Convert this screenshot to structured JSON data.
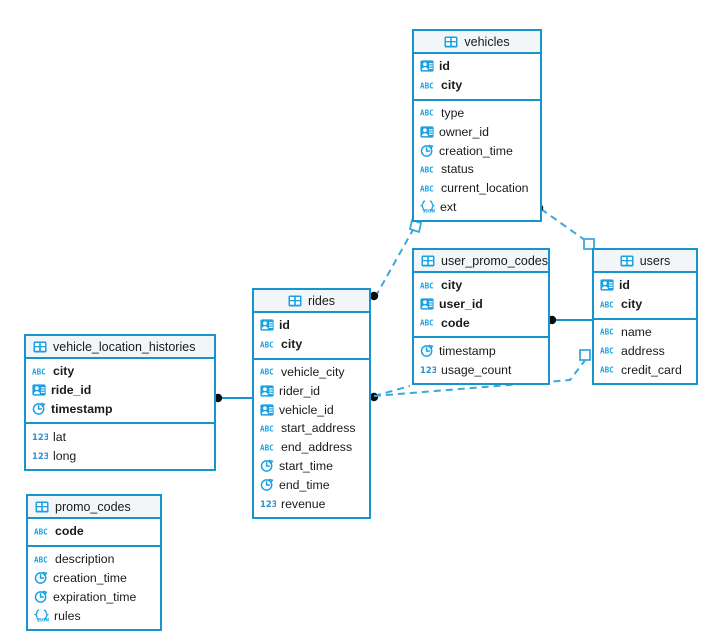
{
  "diagram": {
    "title": "Database ER Diagram",
    "colors": {
      "border": "#1794cc",
      "header_bg": "#f3f6f8",
      "icon_blue": "#1ba1e2",
      "edge_line": "#1794cc",
      "edge_dashed": "#3aa8dd",
      "text": "#1a1a1a",
      "background": "#ffffff"
    }
  },
  "icon_names": {
    "table": "table-grid-icon",
    "uuid": "id-card-icon",
    "string": "abc-text-icon",
    "timestamp": "clock-icon",
    "number": "123-number-icon",
    "json": "json-icon"
  },
  "tables": [
    {
      "id": "vehicles",
      "name": "vehicles",
      "header_align": "center",
      "primary_keys": [
        {
          "name": "id",
          "type_icon": "uuid"
        },
        {
          "name": "city",
          "type_icon": "string"
        }
      ],
      "columns": [
        {
          "name": "type",
          "type_icon": "string"
        },
        {
          "name": "owner_id",
          "type_icon": "uuid"
        },
        {
          "name": "creation_time",
          "type_icon": "timestamp"
        },
        {
          "name": "status",
          "type_icon": "string"
        },
        {
          "name": "current_location",
          "type_icon": "string"
        },
        {
          "name": "ext",
          "type_icon": "json"
        }
      ]
    },
    {
      "id": "user_promo_codes",
      "name": "user_promo_codes",
      "header_align": "left",
      "primary_keys": [
        {
          "name": "city",
          "type_icon": "string"
        },
        {
          "name": "user_id",
          "type_icon": "uuid"
        },
        {
          "name": "code",
          "type_icon": "string"
        }
      ],
      "columns": [
        {
          "name": "timestamp",
          "type_icon": "timestamp"
        },
        {
          "name": "usage_count",
          "type_icon": "number"
        }
      ]
    },
    {
      "id": "users",
      "name": "users",
      "header_align": "center",
      "primary_keys": [
        {
          "name": "id",
          "type_icon": "uuid"
        },
        {
          "name": "city",
          "type_icon": "string"
        }
      ],
      "columns": [
        {
          "name": "name",
          "type_icon": "string"
        },
        {
          "name": "address",
          "type_icon": "string"
        },
        {
          "name": "credit_card",
          "type_icon": "string"
        }
      ]
    },
    {
      "id": "rides",
      "name": "rides",
      "header_align": "center",
      "primary_keys": [
        {
          "name": "id",
          "type_icon": "uuid"
        },
        {
          "name": "city",
          "type_icon": "string"
        }
      ],
      "columns": [
        {
          "name": "vehicle_city",
          "type_icon": "string"
        },
        {
          "name": "rider_id",
          "type_icon": "uuid"
        },
        {
          "name": "vehicle_id",
          "type_icon": "uuid"
        },
        {
          "name": "start_address",
          "type_icon": "string"
        },
        {
          "name": "end_address",
          "type_icon": "string"
        },
        {
          "name": "start_time",
          "type_icon": "timestamp"
        },
        {
          "name": "end_time",
          "type_icon": "timestamp"
        },
        {
          "name": "revenue",
          "type_icon": "number"
        }
      ]
    },
    {
      "id": "vehicle_location_histories",
      "name": "vehicle_location_histories",
      "header_align": "left",
      "primary_keys": [
        {
          "name": "city",
          "type_icon": "string"
        },
        {
          "name": "ride_id",
          "type_icon": "uuid"
        },
        {
          "name": "timestamp",
          "type_icon": "timestamp"
        }
      ],
      "columns": [
        {
          "name": "lat",
          "type_icon": "number"
        },
        {
          "name": "long",
          "type_icon": "number"
        }
      ]
    },
    {
      "id": "promo_codes",
      "name": "promo_codes",
      "header_align": "left",
      "primary_keys": [
        {
          "name": "code",
          "type_icon": "string"
        }
      ],
      "columns": [
        {
          "name": "description",
          "type_icon": "string"
        },
        {
          "name": "creation_time",
          "type_icon": "timestamp"
        },
        {
          "name": "expiration_time",
          "type_icon": "timestamp"
        },
        {
          "name": "rules",
          "type_icon": "json"
        }
      ]
    }
  ],
  "relationships": [
    {
      "from": "vehicle_location_histories",
      "to": "rides",
      "style": "solid",
      "from_marker": "dot",
      "to_marker": "none"
    },
    {
      "from": "user_promo_codes",
      "to": "users",
      "style": "solid",
      "from_marker": "dot",
      "to_marker": "none"
    },
    {
      "from": "vehicles",
      "to": "user_promo_codes",
      "style": "dashed",
      "from_marker": "square",
      "to_marker": "dot"
    },
    {
      "from": "vehicles",
      "to": "users",
      "style": "dashed",
      "from_marker": "dot",
      "to_marker": "square"
    },
    {
      "from": "rides",
      "to": "user_promo_codes",
      "style": "dashed",
      "from_marker": "dot",
      "to_marker": "none"
    },
    {
      "from": "rides",
      "to": "users",
      "style": "dashed",
      "from_marker": "dot",
      "to_marker": "square"
    }
  ]
}
